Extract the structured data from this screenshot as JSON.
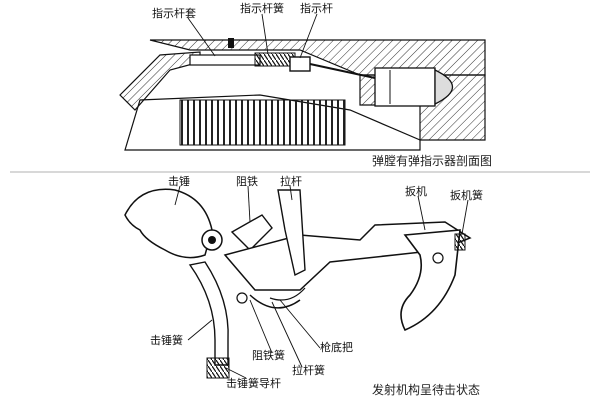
{
  "top": {
    "caption": "弹膛有弹指示器剖面图",
    "labels": {
      "sleeve": "指示杆套",
      "spring": "指示杆簧",
      "rod": "指示杆"
    }
  },
  "bottom": {
    "caption": "发射机构呈待击状态",
    "labels": {
      "hammer": "击锤",
      "sear": "阻铁",
      "drawbar": "拉杆",
      "trigger": "扳机",
      "trigger_spring": "扳机簧",
      "hammer_spring": "击锤簧",
      "grip_base": "枪底把",
      "sear_spring": "阻铁簧",
      "drawbar_spring": "拉杆簧",
      "hammer_spring_guide": "击锤簧导杆"
    }
  }
}
